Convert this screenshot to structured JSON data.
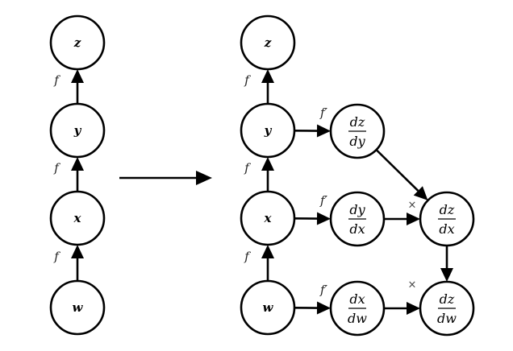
{
  "diagram": {
    "title": "Computation graph and its derivative (chain rule) graph",
    "left_graph": {
      "nodes": [
        {
          "id": "z",
          "label": "z"
        },
        {
          "id": "y",
          "label": "y"
        },
        {
          "id": "x",
          "label": "x"
        },
        {
          "id": "w",
          "label": "w"
        }
      ],
      "edges": [
        {
          "from": "w",
          "to": "x",
          "label": "f"
        },
        {
          "from": "x",
          "to": "y",
          "label": "f"
        },
        {
          "from": "y",
          "to": "z",
          "label": "f"
        }
      ]
    },
    "transform_arrow": {
      "from": "left_graph",
      "to": "right_graph"
    },
    "right_graph": {
      "nodes": [
        {
          "id": "z",
          "label": "z"
        },
        {
          "id": "y",
          "label": "y"
        },
        {
          "id": "x",
          "label": "x"
        },
        {
          "id": "w",
          "label": "w"
        },
        {
          "id": "dz_dy",
          "numerator": "dz",
          "denominator": "dy"
        },
        {
          "id": "dy_dx",
          "numerator": "dy",
          "denominator": "dx"
        },
        {
          "id": "dx_dw",
          "numerator": "dx",
          "denominator": "dw"
        },
        {
          "id": "dz_dx",
          "numerator": "dz",
          "denominator": "dx",
          "op_label": "×"
        },
        {
          "id": "dz_dw",
          "numerator": "dz",
          "denominator": "dw",
          "op_label": "×"
        }
      ],
      "edges": [
        {
          "from": "w",
          "to": "x",
          "label": "f"
        },
        {
          "from": "x",
          "to": "y",
          "label": "f"
        },
        {
          "from": "y",
          "to": "z",
          "label": "f"
        },
        {
          "from": "y",
          "to": "dz_dy",
          "label": "f′"
        },
        {
          "from": "x",
          "to": "dy_dx",
          "label": "f′"
        },
        {
          "from": "w",
          "to": "dx_dw",
          "label": "f′"
        },
        {
          "from": "dz_dy",
          "to": "dz_dx",
          "label": ""
        },
        {
          "from": "dy_dx",
          "to": "dz_dx",
          "label": ""
        },
        {
          "from": "dz_dx",
          "to": "dz_dw",
          "label": ""
        },
        {
          "from": "dx_dw",
          "to": "dz_dw",
          "label": ""
        }
      ]
    }
  }
}
